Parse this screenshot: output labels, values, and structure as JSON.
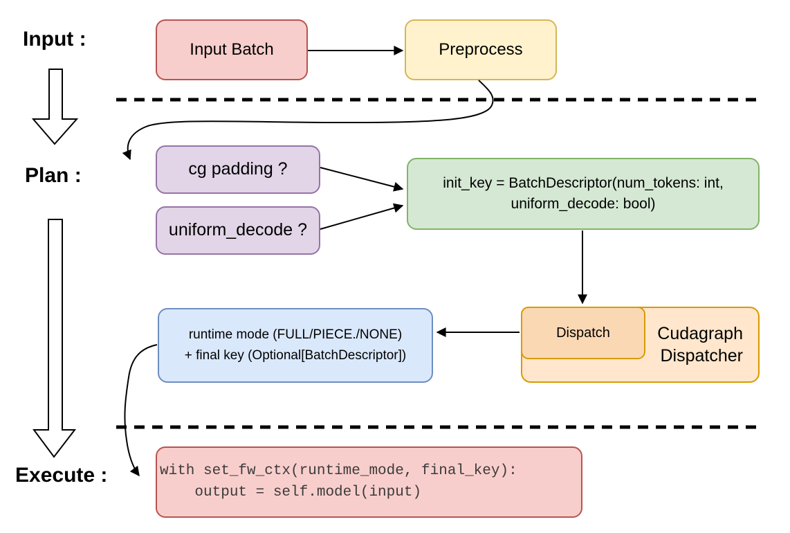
{
  "stages": {
    "input_label": "Input :",
    "plan_label": "Plan :",
    "execute_label": "Execute :"
  },
  "nodes": {
    "input_batch": {
      "label": "Input Batch",
      "fill": "#f8cecc",
      "stroke": "#b85450"
    },
    "preprocess": {
      "label": "Preprocess",
      "fill": "#fff2cc",
      "stroke": "#d6b656"
    },
    "cg_padding": {
      "label": "cg padding ?",
      "fill": "#e1d5e7",
      "stroke": "#9673a6"
    },
    "uniform_decode": {
      "label": "uniform_decode ?",
      "fill": "#e1d5e7",
      "stroke": "#9673a6"
    },
    "init_key": {
      "line1": "init_key = BatchDescriptor(num_tokens: int,",
      "line2": "uniform_decode: bool)",
      "fill": "#d5e8d4",
      "stroke": "#82b366"
    },
    "dispatch": {
      "label": "Dispatch",
      "fill": "#fbd8b4",
      "stroke": "#d79b00"
    },
    "cudagraph_dispatcher": {
      "line1": "Cudagraph",
      "line2": "Dispatcher",
      "fill": "#ffe6cc",
      "stroke": "#d79b00"
    },
    "runtime_mode": {
      "line1": "runtime mode (FULL/PIECE./NONE)",
      "line2": "+ final key (Optional[BatchDescriptor])",
      "fill": "#dae8fc",
      "stroke": "#6c8ebf"
    },
    "execute_code": {
      "line1": "with set_fw_ctx(runtime_mode, final_key):",
      "line2": "    output = self.model(input)",
      "fill": "#f8cecc",
      "stroke": "#b85450",
      "text_color": "#3b3b3b"
    }
  },
  "connector_color": "#000000"
}
